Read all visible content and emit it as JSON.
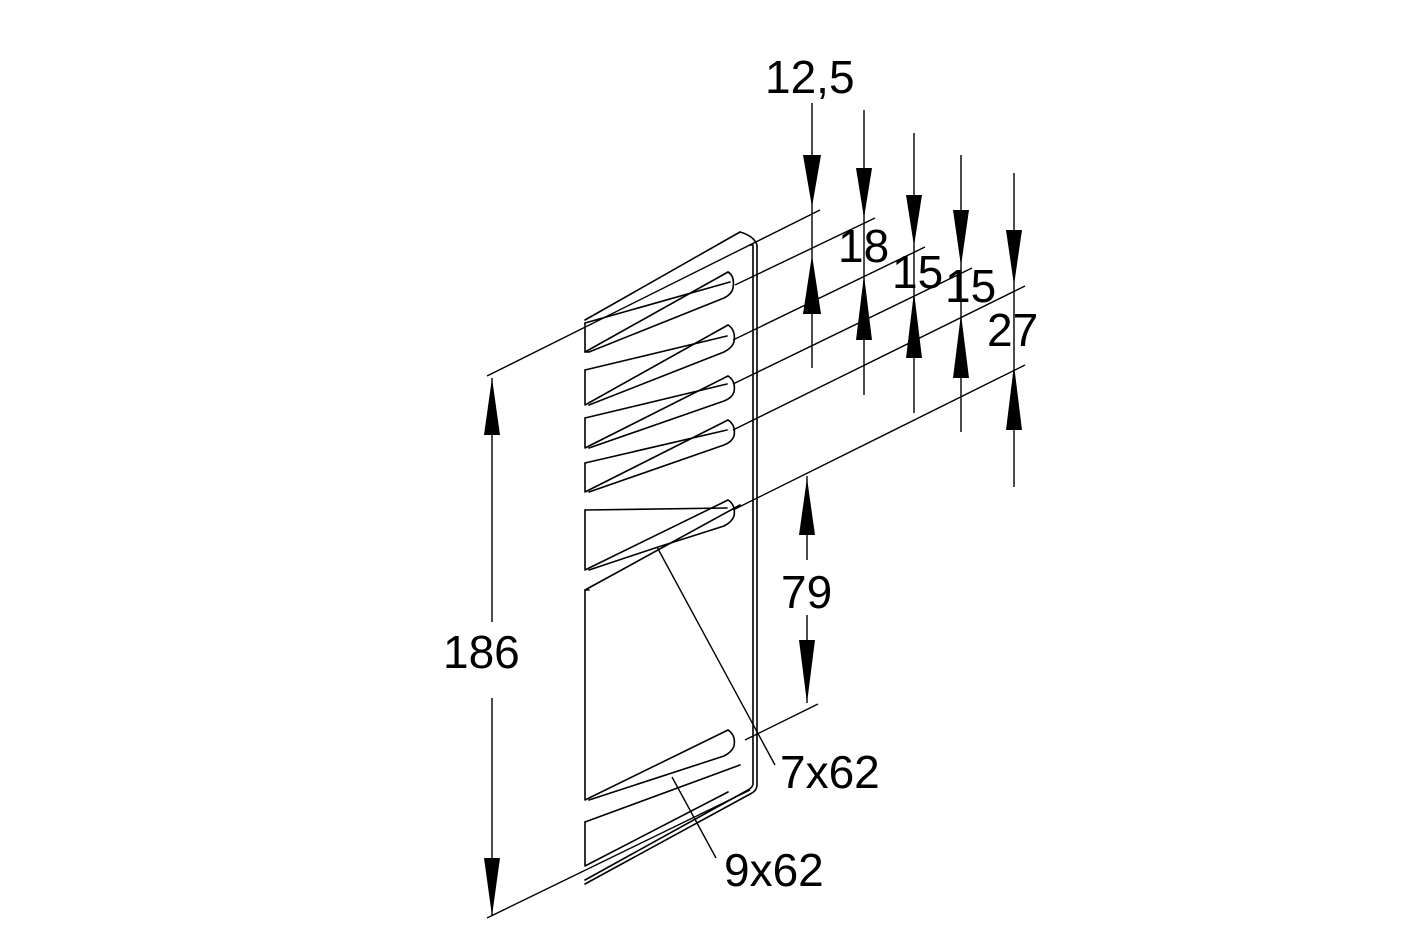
{
  "drawing": {
    "dimensions": {
      "d_12_5": "12,5",
      "d_18": "18",
      "d_15a": "15",
      "d_15b": "15",
      "d_27": "27",
      "d_79": "79",
      "d_186": "186",
      "d_7x62": "7x62",
      "d_9x62": "9x62"
    },
    "colors": {
      "line": "#000000",
      "background": "#ffffff"
    }
  }
}
